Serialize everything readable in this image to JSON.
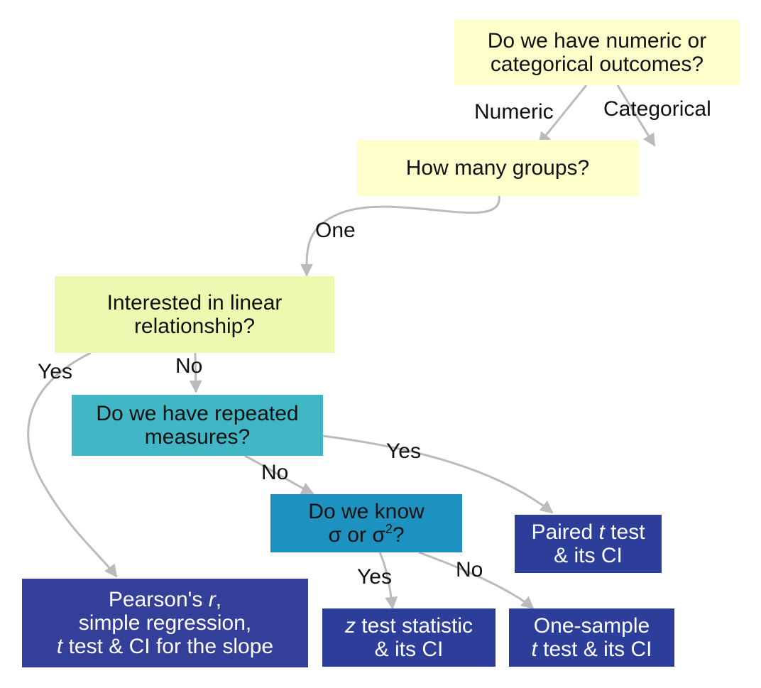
{
  "colors": {
    "q_outcome": "#ffffcc",
    "q_groups": "#ffffcc",
    "q_linear": "#edf8b1",
    "q_repeated": "#41b6c4",
    "q_sigma": "#1d91c0",
    "leaf": "#2c3e99",
    "leaf_pearson": "#333f99",
    "edge": "#bbbbbb"
  },
  "nodes": {
    "outcome_question": [
      "Do we have numeric or",
      "categorical outcomes?"
    ],
    "groups_question": [
      "How many groups?"
    ],
    "linear_question": [
      "Interested in linear",
      "relationship?"
    ],
    "repeated_question": [
      "Do we have repeated",
      "measures?"
    ],
    "sigma_question": {
      "line1": "Do we know",
      "line2_a": "σ or σ",
      "line2_sup": "2",
      "line2_b": "?"
    },
    "paired_t": {
      "italic": "t",
      "line1_pre": "Paired ",
      "line1_post": " test",
      "line2": "& its CI"
    },
    "pearson": {
      "line1_pre": "Pearson's ",
      "line1_italic": "r",
      "line1_post": ",",
      "line2": "simple regression,",
      "line3_italic": "t",
      "line3_post": " test & CI for the slope"
    },
    "z_test": {
      "line1_italic": "z",
      "line1_post": " test statistic",
      "line2": "& its CI"
    },
    "one_sample_t": {
      "line1": "One-sample",
      "line2_italic": "t",
      "line2_post": " test & its CI"
    }
  },
  "edge_labels": {
    "numeric": "Numeric",
    "categorical": "Categorical",
    "one": "One",
    "yes_linear": "Yes",
    "no_linear": "No",
    "yes_repeated": "Yes",
    "no_repeated": "No",
    "yes_sigma": "Yes",
    "no_sigma": "No"
  }
}
